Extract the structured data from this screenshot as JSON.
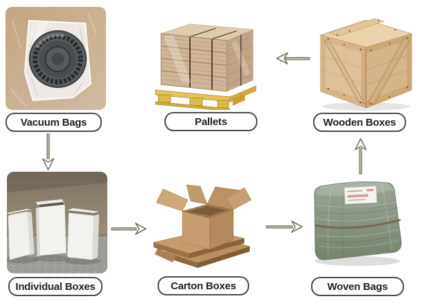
{
  "stages": [
    {
      "id": "vacuum-bags",
      "label": "Vacuum Bags"
    },
    {
      "id": "individual-boxes",
      "label": "Individual Boxes"
    },
    {
      "id": "carton-boxes",
      "label": "Carton Boxes"
    },
    {
      "id": "woven-bags",
      "label": "Woven Bags"
    },
    {
      "id": "wooden-boxes",
      "label": "Wooden Boxes"
    },
    {
      "id": "pallets",
      "label": "Pallets"
    }
  ],
  "arrows": [
    {
      "name": "arrow-vacuum-to-individual",
      "direction": "down"
    },
    {
      "name": "arrow-individual-to-carton",
      "direction": "right"
    },
    {
      "name": "arrow-carton-to-woven",
      "direction": "right"
    },
    {
      "name": "arrow-woven-to-wooden",
      "direction": "up"
    },
    {
      "name": "arrow-wooden-to-pallets",
      "direction": "left"
    }
  ],
  "colors": {
    "background": "#ffffff",
    "label_border": "#4a4a4a",
    "label_background": "#ffffff",
    "label_text": "#1f1f1f",
    "arrow_shaft": "#b6b0a2",
    "arrow_outline": "#7a7463",
    "cardboard": "#c29a6b",
    "wood_crate": "#ddc096",
    "pallet_yellow": "#e4c257",
    "woven_green": "#87947f",
    "vacuum_bg_tan": "#c8ae8e"
  }
}
